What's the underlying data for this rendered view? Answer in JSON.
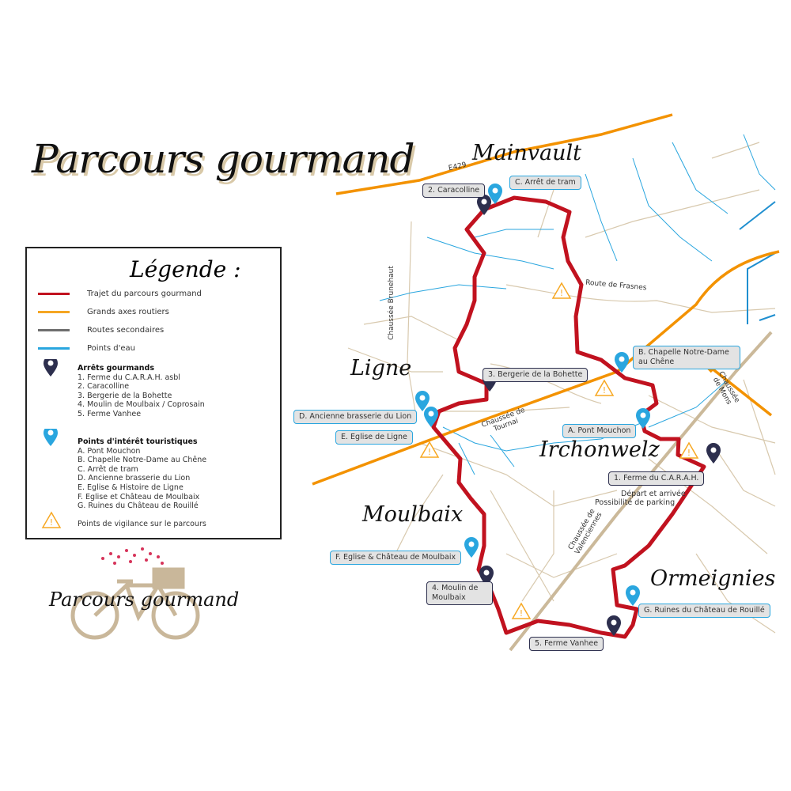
{
  "title": "Parcours gourmand",
  "legend": {
    "heading": "Légende :",
    "lines": [
      {
        "label": "Trajet du parcours gourmand",
        "color": "#c1121f"
      },
      {
        "label": "Grands axes routiers",
        "color": "#f5a623"
      },
      {
        "label": "Routes secondaires",
        "color": "#6e6e6e"
      },
      {
        "label": "Points d'eau",
        "color": "#2aa6df"
      }
    ],
    "stops_heading": "Arrêts gourmands",
    "stops": [
      "1. Ferme du C.A.R.A.H. asbl",
      "2. Caracolline",
      "3. Bergerie de la Bohette",
      "4. Moulin de Moulbaix / Coprosain",
      "5. Ferme Vanhee"
    ],
    "poi_heading": "Points d'intérêt touristiques",
    "pois": [
      "A. Pont Mouchon",
      "B. Chapelle Notre-Dame au Chêne",
      "C. Arrêt de tram",
      "D. Ancienne brasserie du Lion",
      "E. Eglise & Histoire de Ligne",
      "F. Eglise et Château de Moulbaix",
      "G. Ruines du Château de Rouillé"
    ],
    "vigilance": "Points de vigilance sur le parcours"
  },
  "places": {
    "mainvault": "Mainvault",
    "ligne": "Ligne",
    "irchonwelz": "Irchonwelz",
    "moulbaix": "Moulbaix",
    "ormeignies": "Ormeignies"
  },
  "roads": {
    "e429": "E429",
    "frasnes": "Route de Frasnes",
    "brunehaut": "Chaussée Brunehaut",
    "tournai": "Chaussée de Tournai",
    "mons": "Chaussée de Mons",
    "valenciennes": "Chaussée de Valenciennes"
  },
  "map_labels": {
    "caracolline": "2. Caracolline",
    "tram": "C. Arrêt de tram",
    "bergerie": "3. Bergerie de la Bohette",
    "chapelle": "B. Chapelle Notre-Dame au Chêne",
    "brasserie": "D. Ancienne brasserie du Lion",
    "eglise_ligne": "E. Eglise de Ligne",
    "pont": "A. Pont Mouchon",
    "carah": "1. Ferme du C.A.R.A.H.",
    "depart": "Départ et arrivée",
    "parking": "Possibilité de parking",
    "moulbaix_eglise": "F. Eglise & Château de Moulbaix",
    "moulin": "4. Moulin de Moulbaix",
    "vanhee": "5. Ferme Vanhee",
    "rouille": "G. Ruines du Château de Rouillé"
  },
  "logo_text": "Parcours gourmand"
}
